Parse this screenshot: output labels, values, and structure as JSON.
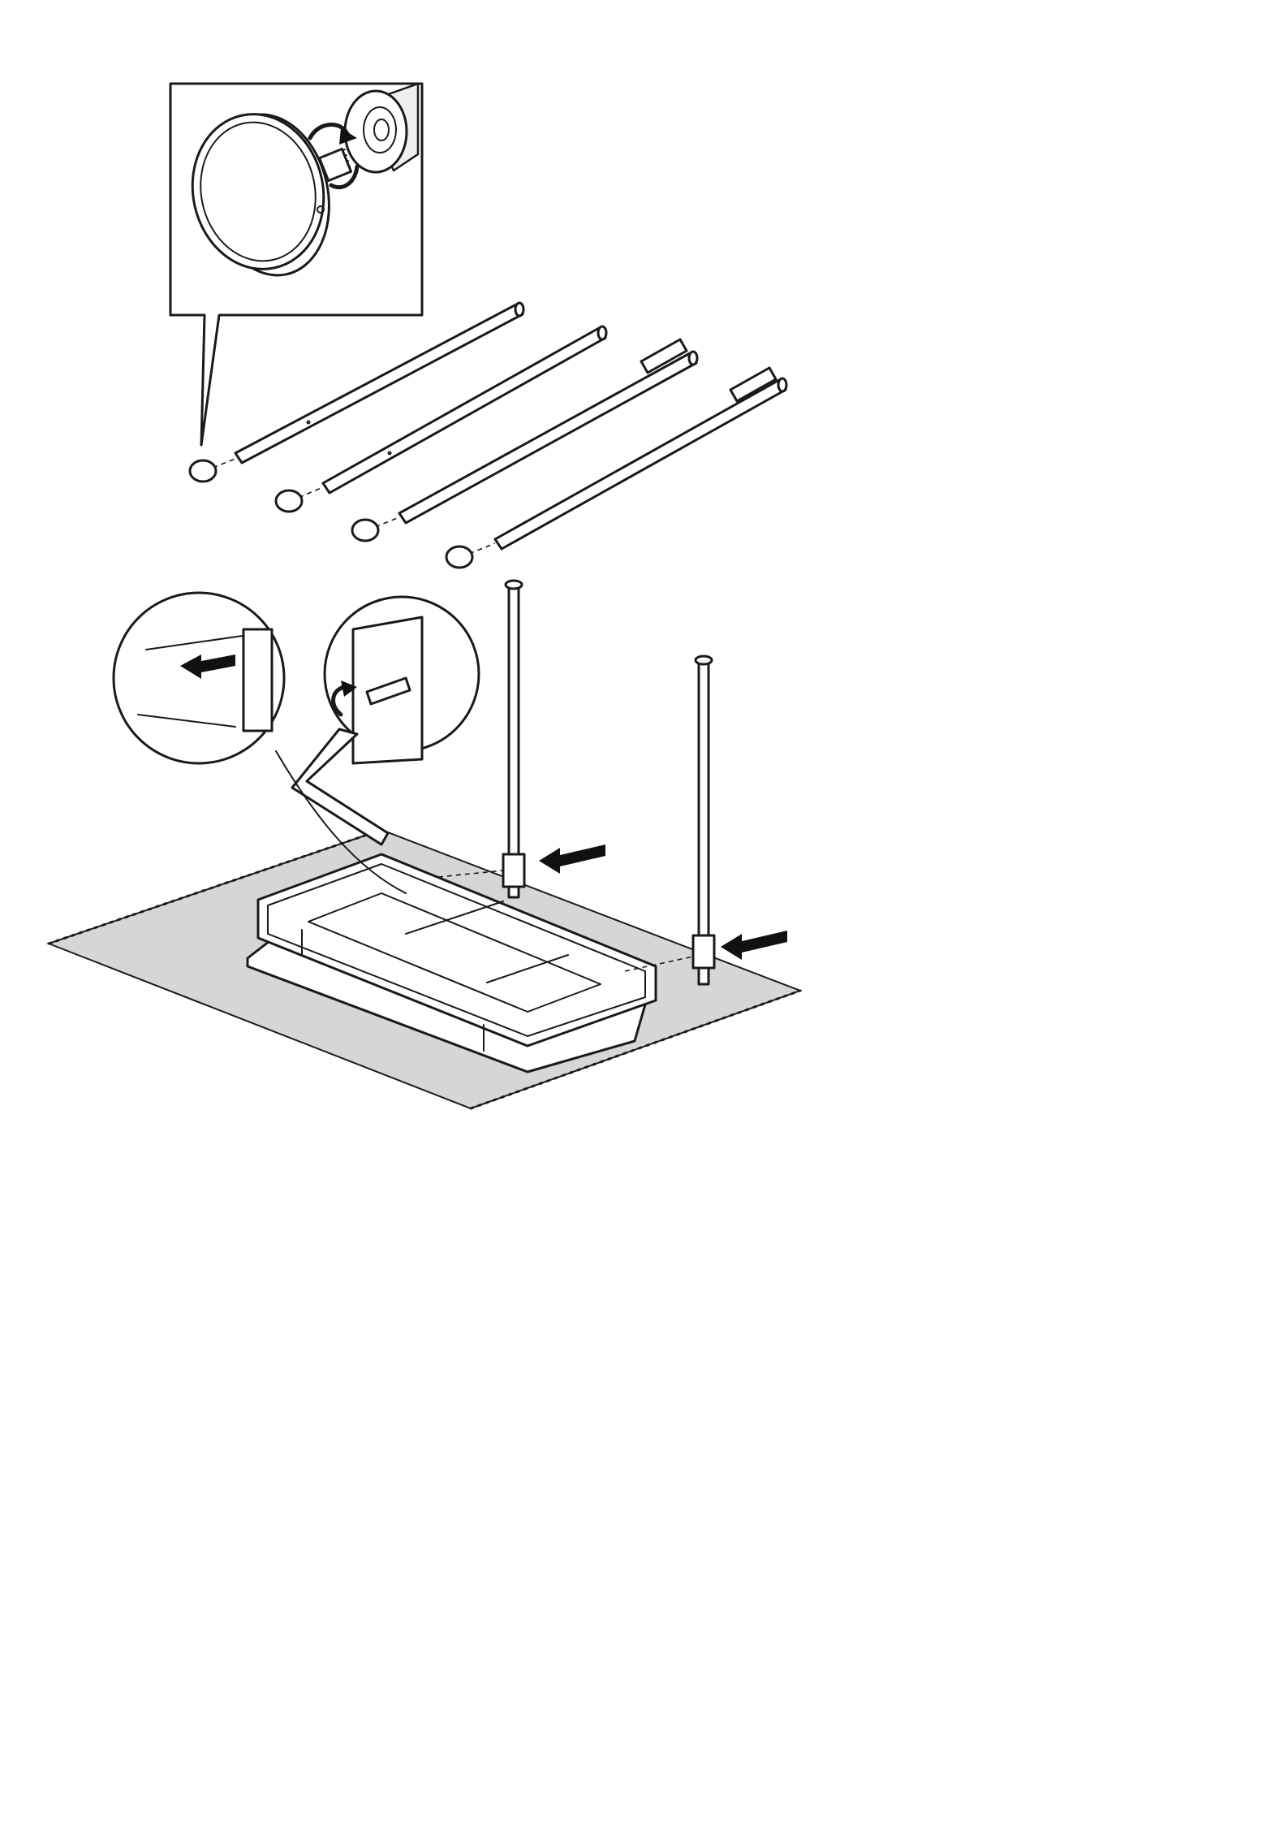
{
  "figure": {
    "kind": "assembly-instruction-illustration",
    "text_labels": [],
    "colors": {
      "line": "#1a1a1a",
      "background": "#ffffff",
      "rug": "#d6d6d6",
      "arrow": "#111111"
    },
    "icons": [
      "rotate-arrow-icon",
      "push-arrow-icon",
      "allen-key-icon"
    ]
  },
  "steps": [
    {
      "id": "attach-feet",
      "part_count": 4,
      "rotation": "clockwise"
    },
    {
      "id": "insert-legs",
      "part_count": 2,
      "tool": "allen-key"
    }
  ]
}
